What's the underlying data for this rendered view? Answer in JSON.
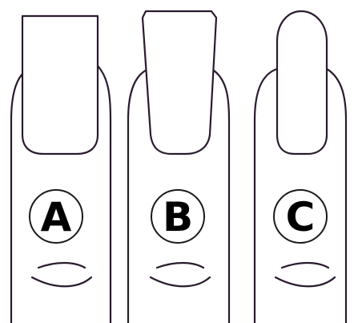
{
  "diagram": {
    "labels": [
      {
        "letter": "A",
        "shape": "square"
      },
      {
        "letter": "B",
        "shape": "tapered-square"
      },
      {
        "letter": "C",
        "shape": "oval"
      }
    ],
    "colors": {
      "background": "#ffffff",
      "outline": "#2a1b2e",
      "badge": "#000000"
    }
  }
}
